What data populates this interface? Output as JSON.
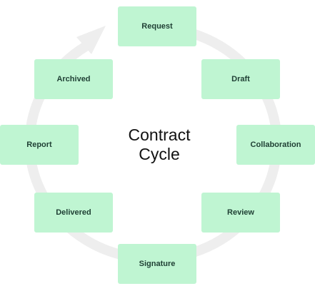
{
  "diagram": {
    "title_line1": "Contract",
    "title_line2": "Cycle",
    "stages": {
      "request": "Request",
      "draft": "Draft",
      "collaboration": "Collaboration",
      "review": "Review",
      "signature": "Signature",
      "delivered": "Delivered",
      "report": "Report",
      "archived": "Archived"
    },
    "colors": {
      "box_fill": "#bff5d2",
      "box_text": "#1f3f34",
      "ring": "#eeeeee",
      "title": "#111111"
    }
  }
}
